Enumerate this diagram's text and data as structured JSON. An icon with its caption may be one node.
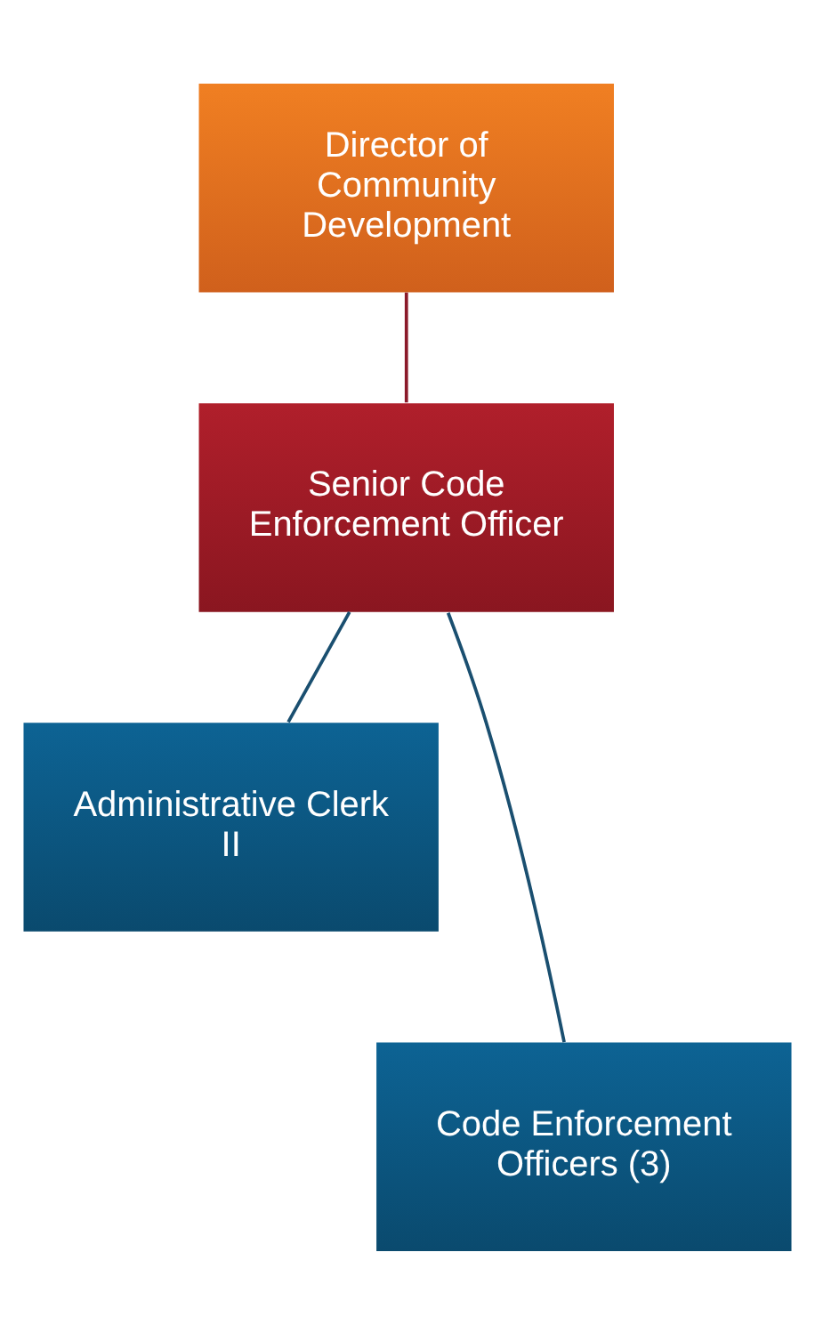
{
  "diagram": {
    "nodes": [
      {
        "text": [
          "Director of Community Development"
        ]
      },
      {
        "text": [
          "Senior Code Enforcement Officer"
        ]
      },
      {
        "text": [
          "Administrative Clerk II"
        ]
      },
      {
        "text": [
          "Code Enforcement Officers (3)"
        ]
      }
    ],
    "edges": [
      {
        "from": 0,
        "to": 1,
        "arrow": "none",
        "color": "#8b1a2a"
      },
      {
        "from": 1,
        "to": 2,
        "arrow": "none"
      },
      {
        "from": 1,
        "to": 3,
        "arrow": "none"
      }
    ]
  }
}
